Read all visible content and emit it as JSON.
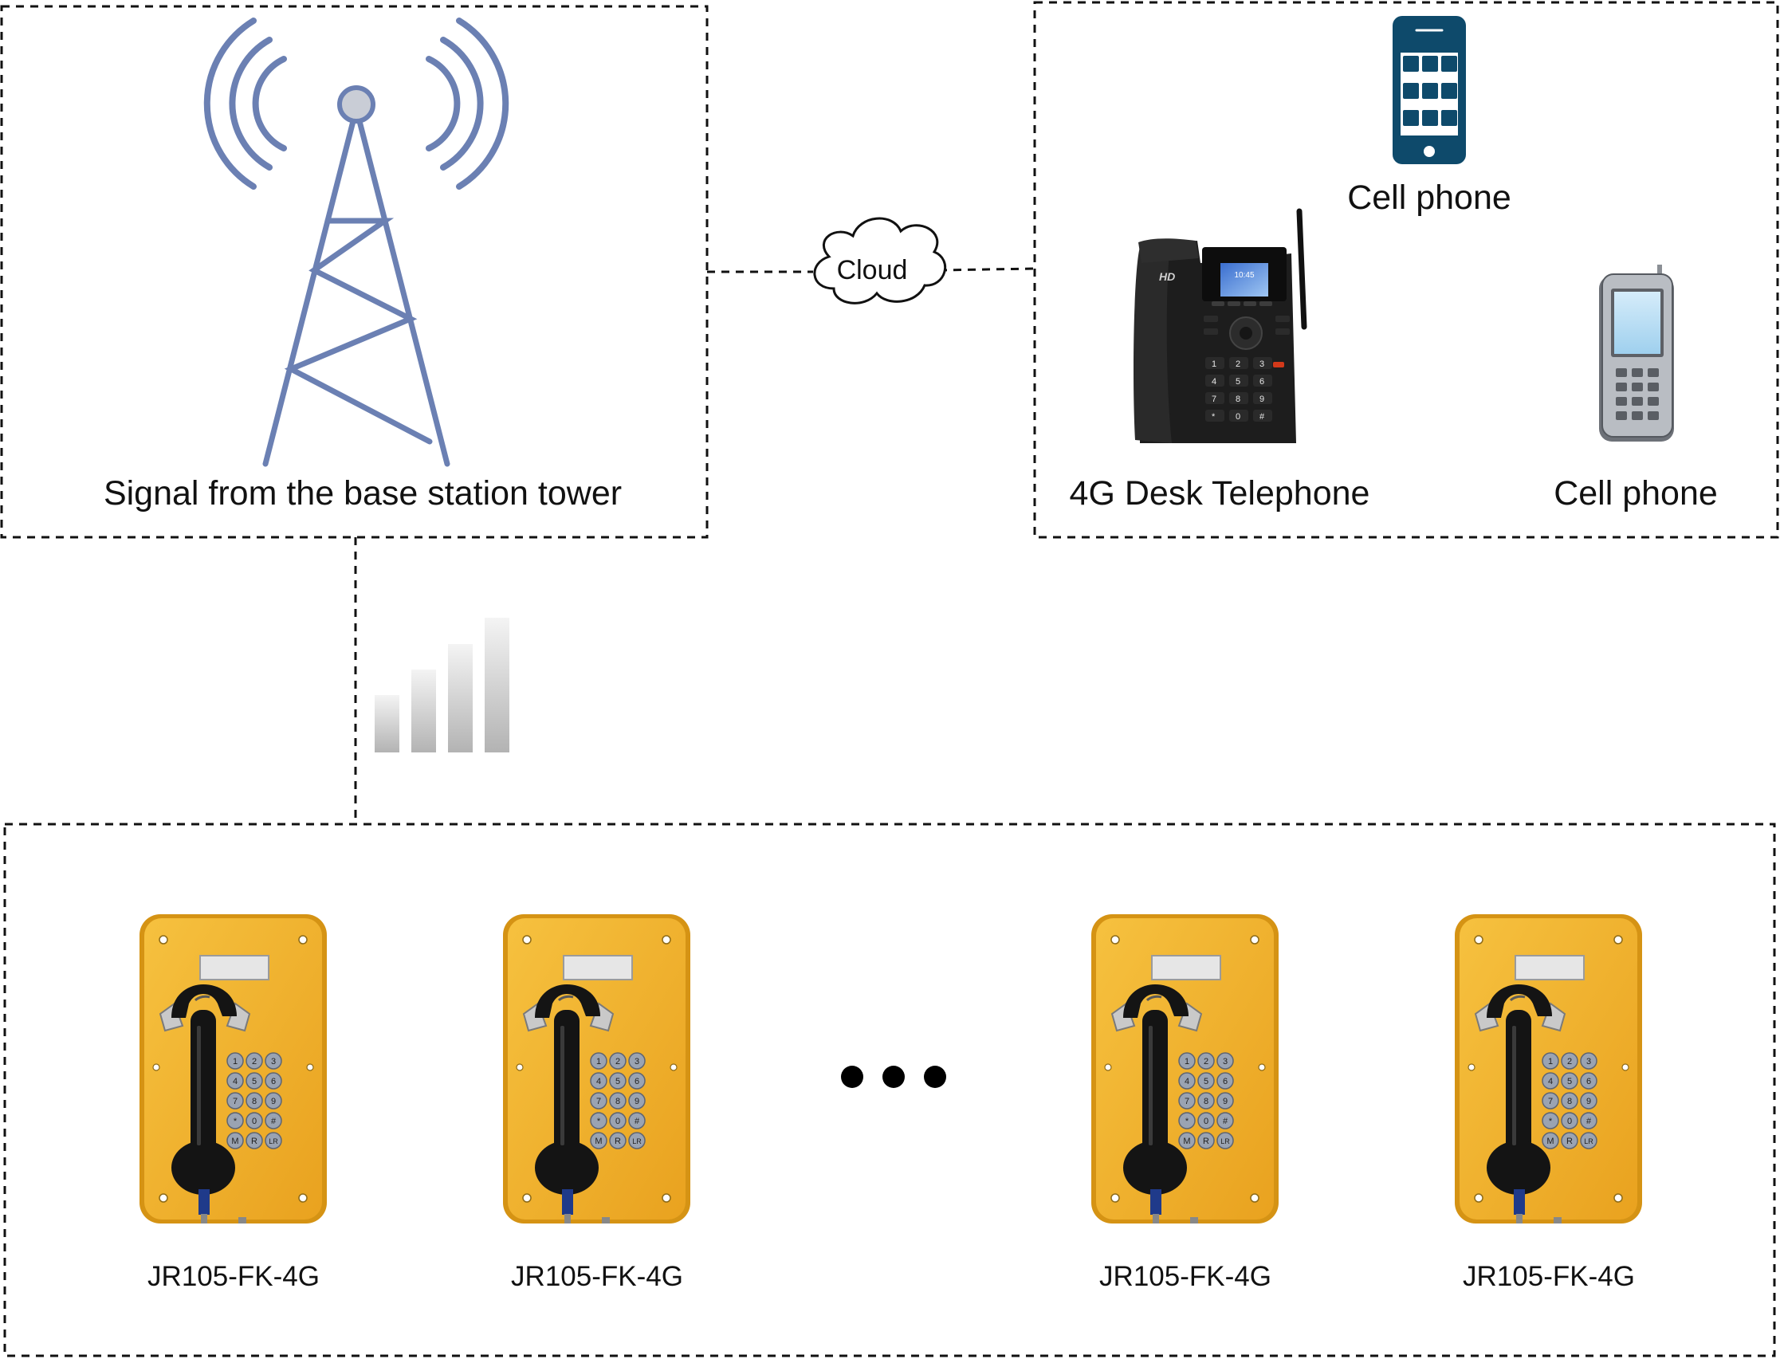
{
  "tower": {
    "label": "Signal from the base station tower"
  },
  "cloud": {
    "label": "Cloud"
  },
  "remote": {
    "smartphone_label": "Cell phone",
    "desk_phone_label": "4G Desk Telephone",
    "feature_phone_label": "Cell phone",
    "desk_phone_badge": "HD",
    "desk_phone_screen_time": "10:45",
    "desk_keys": [
      "1",
      "2",
      "3",
      "4",
      "5",
      "6",
      "7",
      "8",
      "9",
      "*",
      "0",
      "#"
    ]
  },
  "terminals": {
    "model_labels": [
      "JR105-FK-4G",
      "JR105-FK-4G",
      "JR105-FK-4G",
      "JR105-FK-4G"
    ],
    "keypad": [
      "1",
      "2",
      "3",
      "4",
      "5",
      "6",
      "7",
      "8",
      "9",
      "*",
      "0",
      "#",
      "M",
      "R",
      "LR"
    ]
  },
  "colors": {
    "tower": "#6b80b3",
    "smartphone": "#0e4a6b",
    "terminal_body": "#f2b12a",
    "terminal_edge": "#cf8d12",
    "handset": "#111111",
    "dashed_border": "#111111"
  }
}
